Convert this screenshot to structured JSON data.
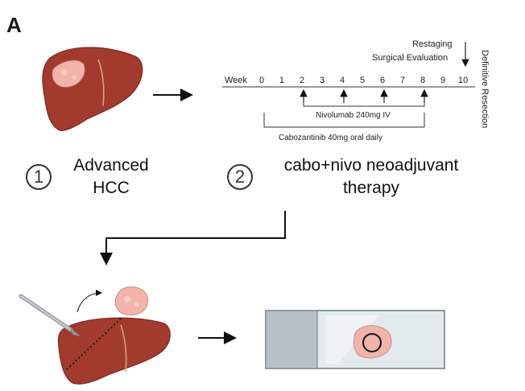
{
  "panel_label": "A",
  "steps": [
    {
      "number": "1",
      "line1": "Advanced",
      "line2": "HCC"
    },
    {
      "number": "2",
      "line1": "cabo+nivo neoadjuvant",
      "line2": "therapy"
    }
  ],
  "timeline": {
    "week_label": "Week",
    "weeks": [
      "0",
      "1",
      "2",
      "3",
      "4",
      "5",
      "6",
      "7",
      "8",
      "9",
      "10"
    ],
    "nivolumab_label": "Nivolumab 240mg IV",
    "cabozantinib_label": "Cabozantinib 40mg oral daily",
    "restaging_label": "Restaging",
    "surgical_label": "Surgical Evaluation",
    "resection_label": "Definitive Resection"
  },
  "colors": {
    "liver": "#a23a2e",
    "liver_dark": "#7d2a20",
    "tumor": "#f2b3ab",
    "slide_glass": "#e3eaee",
    "slide_label": "#b7c0c6"
  }
}
